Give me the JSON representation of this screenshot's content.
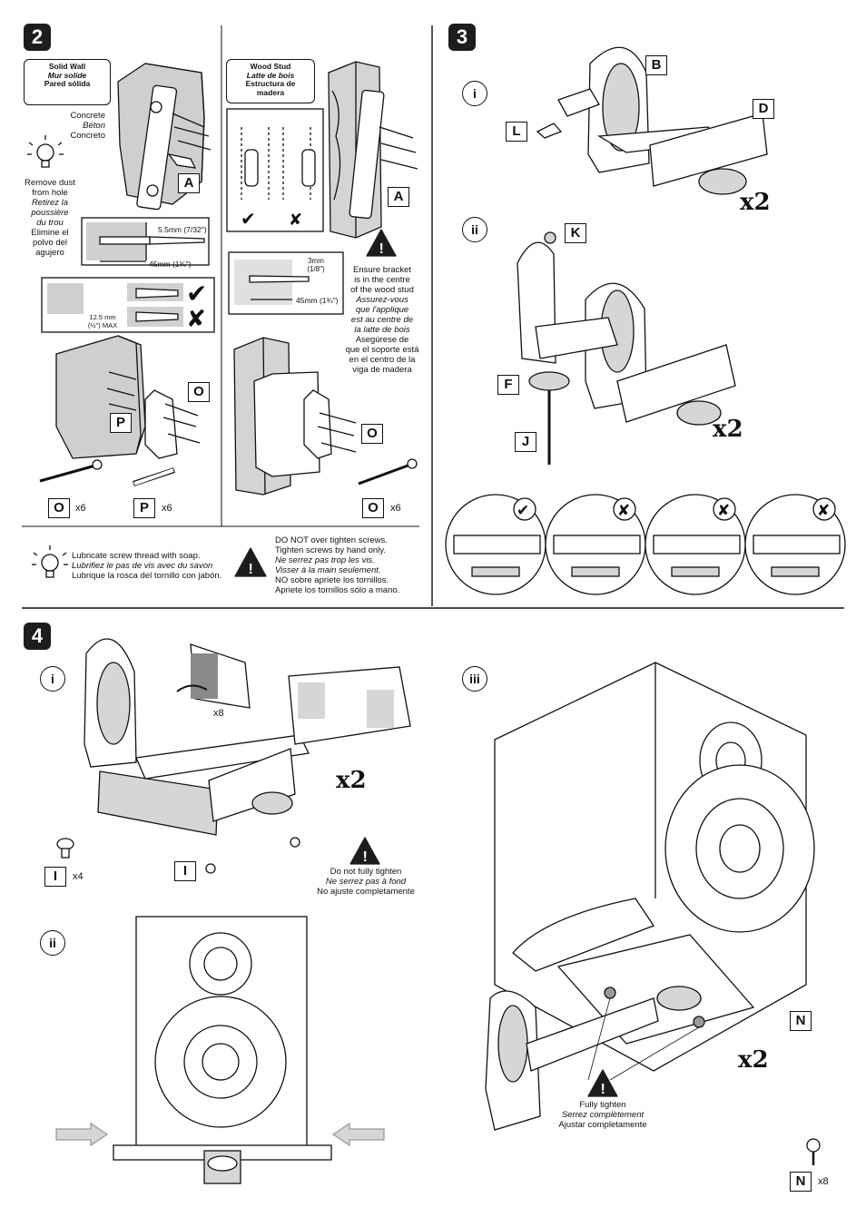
{
  "step2": {
    "number": "2",
    "solid_wall": [
      "Solid Wall",
      "Mur solide",
      "Pared sólida"
    ],
    "wood_stud": [
      "Wood Stud",
      "Latte de bois",
      "Estructura de",
      "madera"
    ],
    "concrete": [
      "Concrete",
      "Béton",
      "Concreto"
    ],
    "dust": [
      "Remove dust",
      "from hole",
      "Retirez la",
      "poussière",
      "du trou",
      "Elimine el",
      "polvo del",
      "agujero"
    ],
    "drill_size": "5.5mm (7/32\")",
    "depth_45": "45mm (1¾\")",
    "max_depth": [
      "12.5 mm",
      "(½\") MAX"
    ],
    "stud_3mm": [
      "3mm",
      "(1/8\")"
    ],
    "stud_45": "45mm (1¾\")",
    "ensure": [
      "Ensure bracket",
      "is in the centre",
      "of the wood stud",
      "Assurez-vous",
      "que l'applique",
      "est au centre de",
      "la latte de bois",
      "Asegúrese de",
      "que el soporte está",
      "en el centro de la",
      "viga de madera"
    ],
    "label_A": "A",
    "label_O": "O",
    "label_P": "P",
    "count_O": "x6",
    "count_P": "x6",
    "count_O2": "x6",
    "lubricate": [
      "Lubricate screw thread with soap.",
      "Lubrifiez le pas de vis avec du savon",
      "Lubrique la rosca del  tornillo con jabón."
    ],
    "overtighten": [
      "DO NOT over tighten screws.",
      "Tighten screws by hand only.",
      "Ne serrez pas trop les vis.",
      "Visser à la main seulement.",
      "NO sobre apriete los tornillos.",
      "Apriete los tornillos sólo a mano."
    ]
  },
  "step3": {
    "number": "3",
    "sub_i": "i",
    "sub_ii": "ii",
    "labels": [
      "B",
      "D",
      "L",
      "K",
      "F",
      "J"
    ],
    "x2_a": "x2",
    "x2_b": "x2"
  },
  "step4": {
    "number": "4",
    "sub_i": "i",
    "sub_ii": "ii",
    "sub_iii": "iii",
    "count_pads": "x8",
    "x2_a": "x2",
    "x2_b": "x2",
    "label_I": "I",
    "count_I": "x4",
    "not_fully": [
      "Do not fully tighten",
      "Ne serrez pas à fond",
      "No ajuste completamente"
    ],
    "fully": [
      "Fully tighten",
      "Serrez complètement",
      "Ajustar completamente"
    ],
    "label_N": "N",
    "count_N": "x8"
  },
  "colors": {
    "ink": "#111111",
    "badge": "#1d1d1d",
    "shade": "#d6d6d6",
    "wall": "#bdbdbd"
  }
}
